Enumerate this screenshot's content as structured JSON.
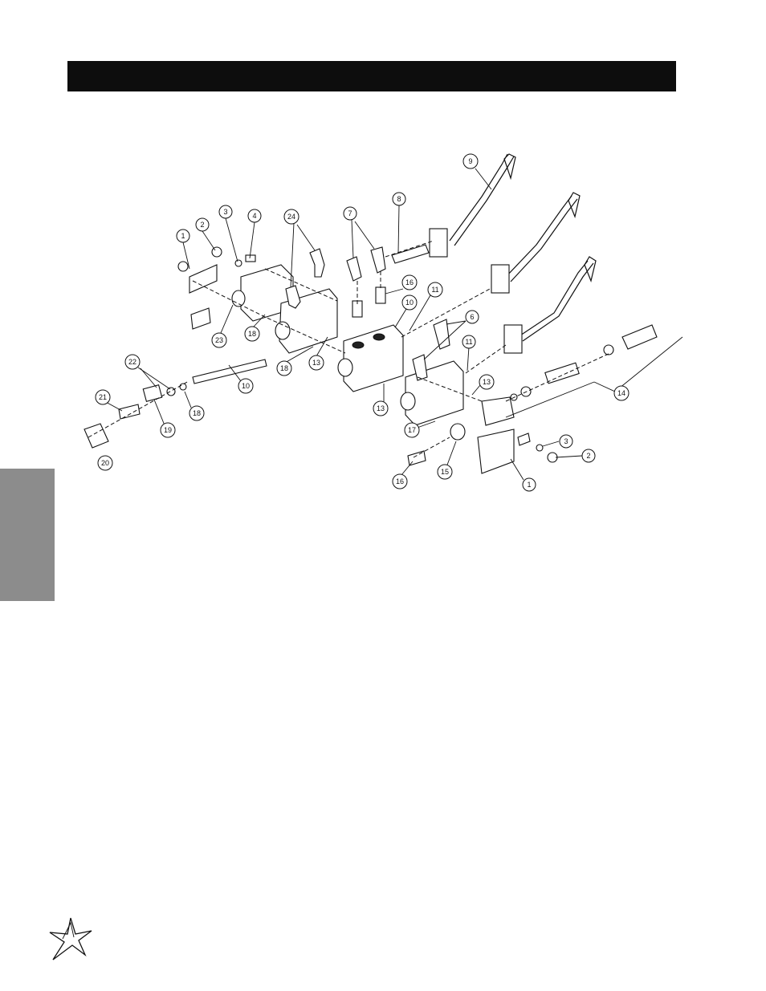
{
  "header": {
    "title": ""
  },
  "callouts": [
    {
      "label": "1"
    },
    {
      "label": "2"
    },
    {
      "label": "3"
    },
    {
      "label": "4"
    },
    {
      "label": "24"
    },
    {
      "label": "7"
    },
    {
      "label": "8"
    },
    {
      "label": "9"
    },
    {
      "label": "16"
    },
    {
      "label": "10"
    },
    {
      "label": "11"
    },
    {
      "label": "6"
    },
    {
      "label": "23"
    },
    {
      "label": "18"
    },
    {
      "label": "18"
    },
    {
      "label": "13"
    },
    {
      "label": "11"
    },
    {
      "label": "13"
    },
    {
      "label": "13"
    },
    {
      "label": "22"
    },
    {
      "label": "10"
    },
    {
      "label": "21"
    },
    {
      "label": "18"
    },
    {
      "label": "19"
    },
    {
      "label": "20"
    },
    {
      "label": "17"
    },
    {
      "label": "14"
    },
    {
      "label": "3"
    },
    {
      "label": "2"
    },
    {
      "label": "15"
    },
    {
      "label": "16"
    },
    {
      "label": "1"
    }
  ]
}
